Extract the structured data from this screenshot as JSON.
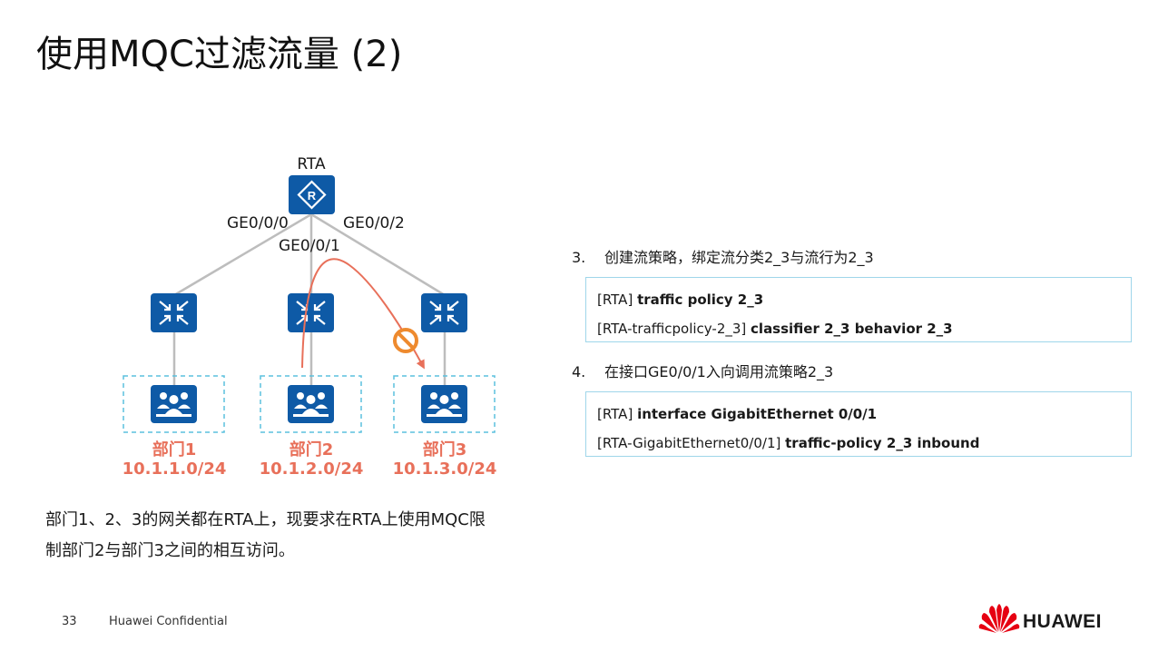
{
  "title": "使用MQC过滤流量 (2)",
  "topology": {
    "router_label": "RTA",
    "interfaces": [
      "GE0/0/0",
      "GE0/0/1",
      "GE0/0/2"
    ],
    "departments": [
      {
        "name": "部门1",
        "subnet": "10.1.1.0/24"
      },
      {
        "name": "部门2",
        "subnet": "10.1.2.0/24"
      },
      {
        "name": "部门3",
        "subnet": "10.1.3.0/24"
      }
    ],
    "colors": {
      "device": "#0e5aa6",
      "dept_text": "#e8705a",
      "flow_arrow": "#e8705a",
      "block_icon": "#ee8a2e",
      "link": "#bdbdbd",
      "dashed_box": "#5bc0de"
    }
  },
  "description": {
    "line1": "部门1、2、3的网关都在RTA上，现要求在RTA上使用MQC限",
    "line2": "制部门2与部门3之间的相互访问。"
  },
  "steps": [
    {
      "number": "3.",
      "text": "创建流策略，绑定流分类2_3与流行为2_3",
      "commands": [
        {
          "prefix": "[RTA] ",
          "cmd": "traffic policy 2_3"
        },
        {
          "prefix": "[RTA-trafficpolicy-2_3] ",
          "cmd": "classifier 2_3 behavior 2_3"
        }
      ]
    },
    {
      "number": "4.",
      "text": "在接口GE0/0/1入向调用流策略2_3",
      "commands": [
        {
          "prefix": "[RTA] ",
          "cmd": "interface GigabitEthernet 0/0/1"
        },
        {
          "prefix": "[RTA-GigabitEthernet0/0/1] ",
          "cmd": "traffic-policy 2_3 inbound"
        }
      ]
    }
  ],
  "footer": {
    "page": "33",
    "confidential": "Huawei Confidential",
    "brand": "HUAWEI"
  }
}
